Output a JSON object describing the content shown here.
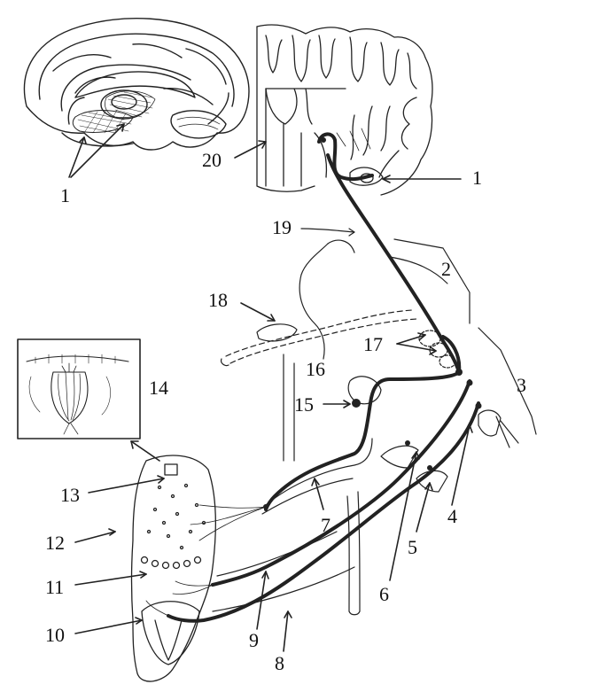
{
  "labels": {
    "l1a": "1",
    "l1b": "1",
    "l2": "2",
    "l3": "3",
    "l4": "4",
    "l5": "5",
    "l6": "6",
    "l7": "7",
    "l8": "8",
    "l9": "9",
    "l10": "10",
    "l11": "11",
    "l12": "12",
    "l13": "13",
    "l14": "14",
    "l15": "15",
    "l16": "16",
    "l17": "17",
    "l18": "18",
    "l19": "19",
    "l20": "20"
  },
  "colors": {
    "line": "#222222",
    "tract": "#333333",
    "background": "#ffffff"
  }
}
